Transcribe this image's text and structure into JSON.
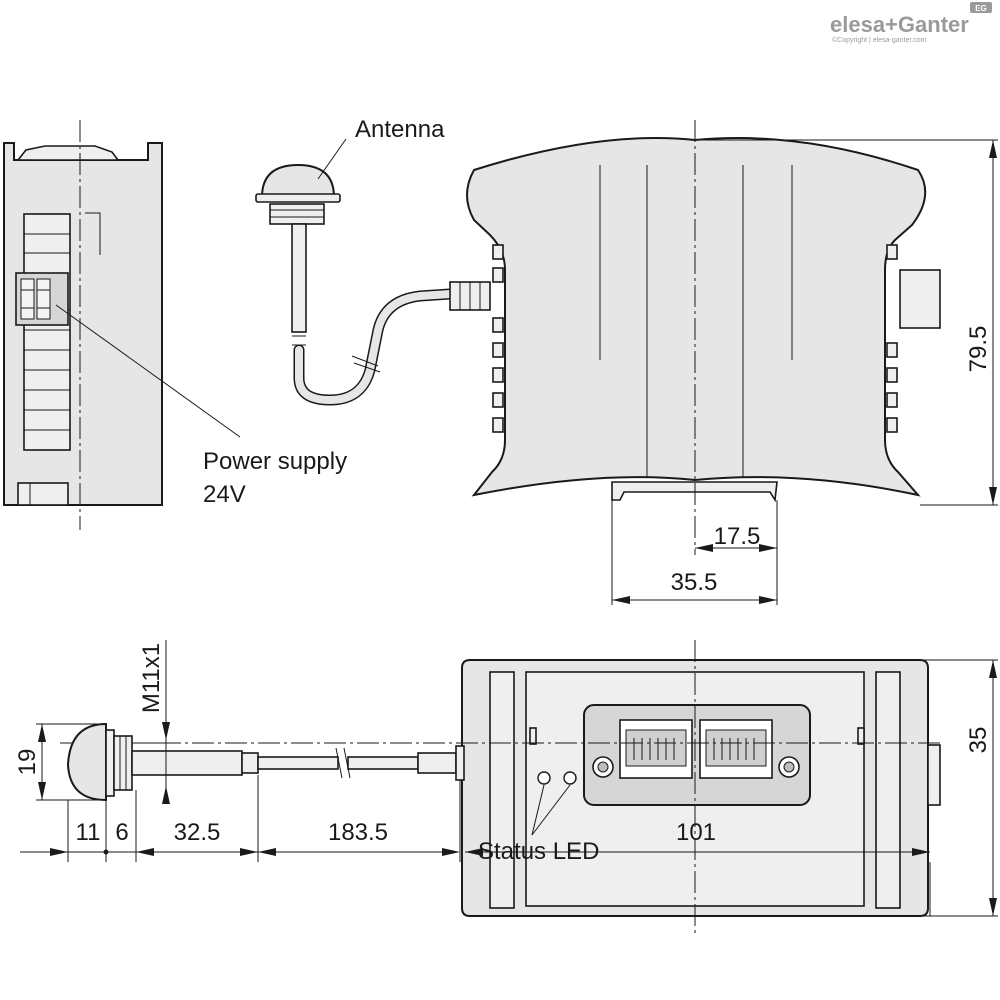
{
  "brand": {
    "name": "elesa+Ganter",
    "copyright": "©Copyright | elesa-ganter.com",
    "badge": "EG"
  },
  "labels": {
    "antenna": "Antenna",
    "power_supply_line1": "Power supply",
    "power_supply_line2": "24V",
    "status_led": "Status LED"
  },
  "dimensions": {
    "height": "79.5",
    "rail_offset": "17.5",
    "rail_width": "35.5",
    "depth": "35",
    "width": "101",
    "antenna_dia": "19",
    "thread": "M11x1",
    "antenna_head": "11",
    "nut": "6",
    "antenna_rod": "32.5",
    "cable": "183.5"
  }
}
